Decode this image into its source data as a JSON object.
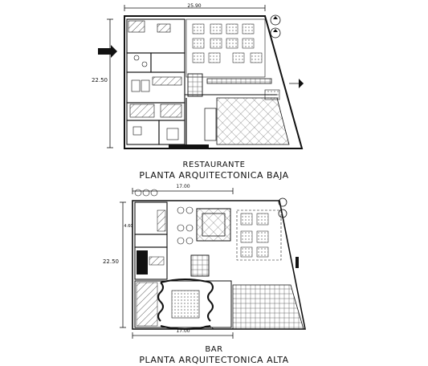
{
  "drawings": [
    {
      "name": "RESTAURANTE",
      "subtitle": "PLANTA ARQUITECTONICA BAJA",
      "dimensions": {
        "width": "25.90",
        "height": "22.50"
      }
    },
    {
      "name": "BAR",
      "subtitle": "PLANTA ARQUITECTONICA ALTA",
      "dimensions": {
        "width_top": "17.00",
        "width_bottom": "17.00",
        "height": "22.50",
        "partial": "4.60"
      }
    }
  ],
  "colors": {
    "line": "#111111",
    "paper": "#ffffff",
    "hatch": "#555555"
  }
}
